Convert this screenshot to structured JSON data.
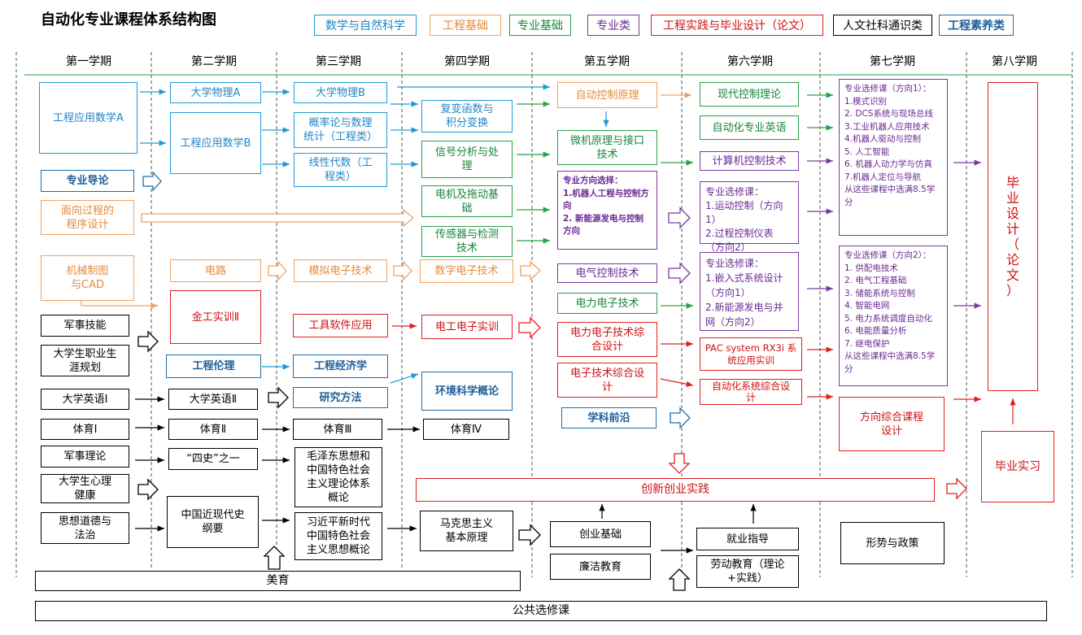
{
  "title": "自动化专业课程体系结构图",
  "legend": {
    "math": "数学与自然科学",
    "eng": "工程基础",
    "prof": "专业基础",
    "major": "专业类",
    "prac": "工程实践与毕业设计（论文）",
    "hum": "人文社科通识类",
    "lit": "工程素养类"
  },
  "colors": {
    "math": "#1e9ad6",
    "eng": "#f0a060",
    "prof": "#27a04a",
    "major": "#7a3aa0",
    "prac": "#e02020",
    "hum": "#000000",
    "lit": "#1e6ea8"
  },
  "semesters": [
    "第一学期",
    "第二学期",
    "第三学期",
    "第四学期",
    "第五学期",
    "第六学期",
    "第七学期",
    "第八学期"
  ],
  "courses": {
    "gcyysxA": "工程应用数学A",
    "zydl": "专业导论",
    "mxgc": "面向过程的\n程序设计",
    "jxzt": "机械制图\n与CAD",
    "jsjn": "军事技能",
    "zygh": "大学生职业生\n涯规划",
    "dxyy1": "大学英语Ⅰ",
    "ty1": "体育Ⅰ",
    "jsll": "军事理论",
    "xljk": "大学生心理\n健康",
    "sxdd": "思想道德与\n法治",
    "dxwlA": "大学物理A",
    "gcyysxB": "工程应用数学B",
    "dl": "电路",
    "jgsx": "金工实训Ⅱ",
    "gcll": "工程伦理",
    "dxyy2": "大学英语Ⅱ",
    "ty2": "体育Ⅱ",
    "sszy": "“四史”之一",
    "zgjxds": "中国近现代史\n纲要",
    "dxwlB": "大学物理B",
    "gll": "概率论与数理\n统计（工程类）",
    "xxds": "线性代数（工\n程类）",
    "mndz": "模拟电子技术",
    "gjrj": "工具软件应用",
    "gcjjx": "工程经济学",
    "yjff": "研究方法",
    "ty3": "体育Ⅲ",
    "mzd": "毛泽东思想和\n中国特色社会\n主义理论体系\n概论",
    "xjp": "习近平新时代\n中国特色社会\n主义思想概论",
    "fbhs": "复变函数与\n积分变换",
    "xhfx": "信号分析与处\n理",
    "djtd": "电机及拖动基\n础",
    "cgq": "传感器与检测\n技术",
    "szdz": "数字电子技术",
    "dgsx": "电工电子实训",
    "hjkx": "环境科学概论",
    "ty4": "体育Ⅳ",
    "mkszy": "马克思主义\n基本原理",
    "zdkz": "自动控制原理",
    "wjyl": "微机原理与接口\n技术",
    "zyfx": "专业方向选择：\n1.机器人工程与控制方向\n2. 新能源发电与控制方向",
    "dqkz": "电气控制技术",
    "dldz": "电力电子技术",
    "dldzzh": "电力电子技术综\n合设计",
    "dzjszh": "电子技术综合设\n计",
    "xkqy": "学科前沿",
    "cyjc": "创业基础",
    "ljjy": "廉洁教育",
    "xdkz": "现代控制理论",
    "zdhyy": "自动化专业英语",
    "jsjkz": "计算机控制技术",
    "zyxx1": "专业选修课：\n1.运动控制（方向1）\n2.过程控制仪表\n（方向2）",
    "zyxx2": "专业选修课：\n1.嵌入式系统设计\n（方向1）\n2.新能源发电与并\n网（方向2）",
    "pac": "PAC system RX3i 系\n统应用实训",
    "zdhxt": "自动化系统综合设\n计",
    "jyzd": "就业指导",
    "ldjy": "劳动教育（理论\n+实践）",
    "fx1": "专业选修课（方向1）：\n1.模式识别\n2. DCS系统与现场总线\n3.工业机器人应用技术\n4.机器人驱动与控制\n5. 人工智能\n6. 机器人动力学与仿真\n7.机器人定位与导航\n从这些课程中选满8.5学\n分",
    "fx2": "专业选修课（方向2）：\n1. 供配电技术\n2. 电气工程基础\n3. 储能系统与控制\n4. 智能电网\n5. 电力系统调度自动化\n6. 电能质量分析\n7. 继电保护\n从这些课程中选满8.5学\n分",
    "fxzh": "方向综合课程\n设计",
    "xszc": "形势与政策",
    "bysj": "毕\n业\n设\n计\n（\n论\n文\n）",
    "bysx": "毕业实习",
    "cxcy": "创新创业实践",
    "my": "美育",
    "ggxx": "公共选修课"
  }
}
